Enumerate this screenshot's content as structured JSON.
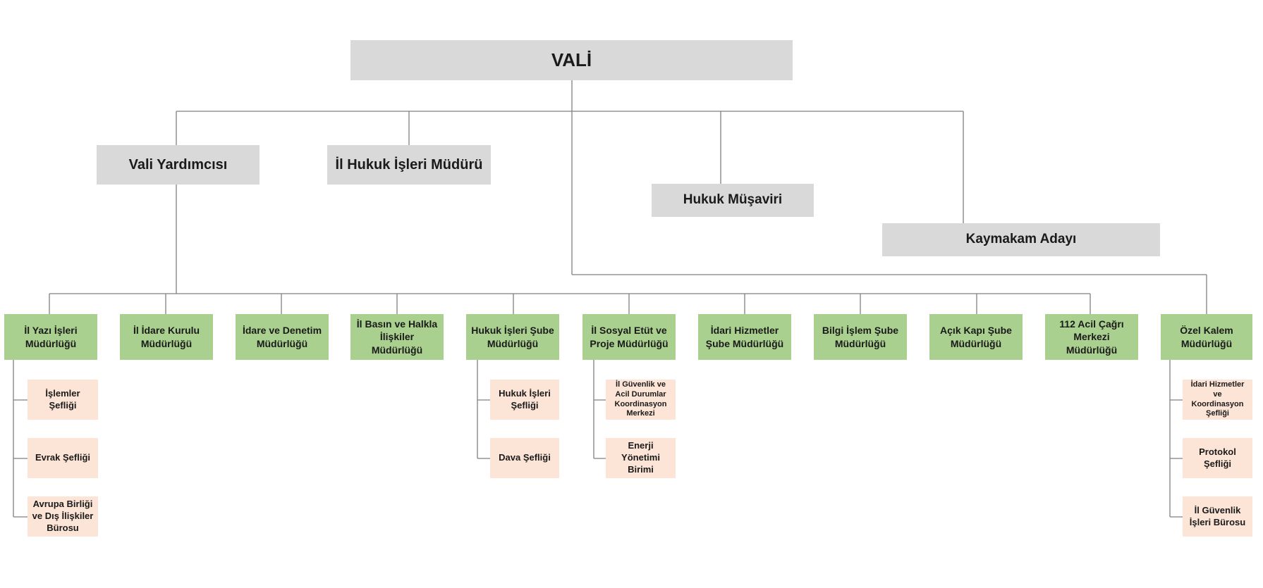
{
  "top": {
    "label": "VALİ"
  },
  "level1": {
    "vali_yardimcisi": "Vali Yardımcısı",
    "il_hukuk_isleri_muduru": "İl Hukuk İşleri Müdürü",
    "hukuk_musaviri": "Hukuk Müşaviri",
    "kaymakam_adayi": "Kaymakam Adayı"
  },
  "directorates": [
    {
      "label": "İl Yazı İşleri Müdürlüğü"
    },
    {
      "label": "İl İdare Kurulu Müdürlüğü"
    },
    {
      "label": "İdare ve Denetim Müdürlüğü"
    },
    {
      "label": "İl Basın ve Halkla İlişkiler Müdürlüğü"
    },
    {
      "label": "Hukuk İşleri Şube Müdürlüğü"
    },
    {
      "label": "İl Sosyal Etüt ve Proje Müdürlüğü"
    },
    {
      "label": "İdari Hizmetler Şube Müdürlüğü"
    },
    {
      "label": "Bilgi İşlem Şube Müdürlüğü"
    },
    {
      "label": "Açık Kapı Şube Müdürlüğü"
    },
    {
      "label": "112 Acil Çağrı Merkezi Müdürlüğü"
    },
    {
      "label": "Özel Kalem Müdürlüğü"
    }
  ],
  "sub_units": {
    "yazi_isleri": [
      "İşlemler Şefliği",
      "Evrak Şefliği",
      "Avrupa Birliği ve Dış İlişkiler Bürosu"
    ],
    "hukuk_isleri": [
      "Hukuk İşleri Şefliği",
      "Dava Şefliği"
    ],
    "sosyal_etut": [
      "İl Güvenlik ve Acil Durumlar Koordinasyon Merkezi",
      "Enerji Yönetimi Birimi"
    ],
    "ozel_kalem": [
      "İdari Hizmetler ve Koordinasyon Şefliği",
      "Protokol Şefliği",
      "İl Güvenlik İşleri Bürosu"
    ]
  },
  "colors": {
    "gray_box": "#d9d9d9",
    "green_box": "#a9d08e",
    "peach_box": "#fce4d6",
    "connector": "#7f7f7f"
  }
}
